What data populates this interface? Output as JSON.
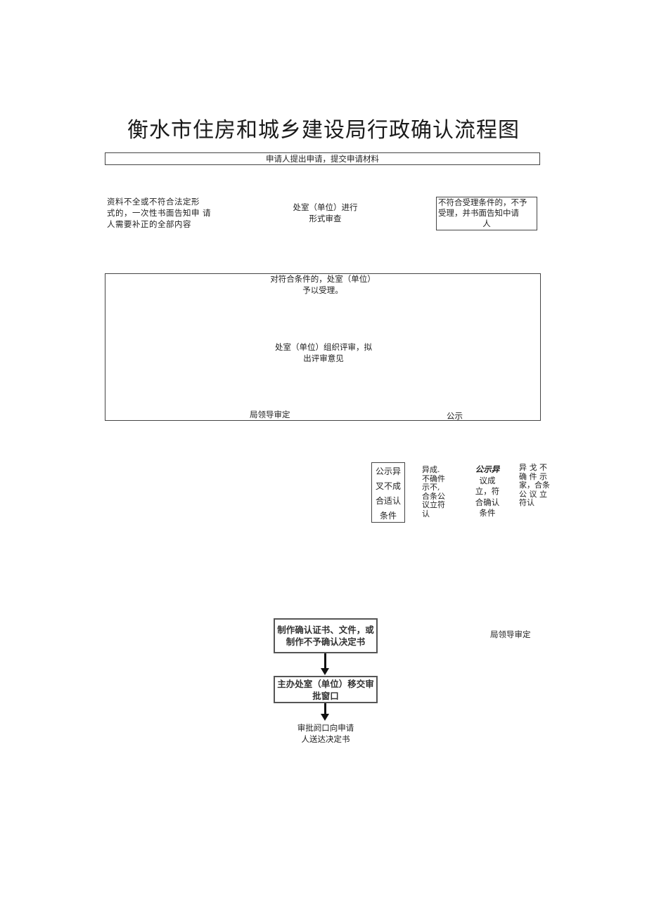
{
  "title": "衡水市住房和城乡建设局行政确认流程图",
  "steps": {
    "apply": "申请人提出申请，提交申请材料",
    "incomplete_line1": "资料不全或不符合法定形",
    "incomplete_line2": "式的，一次性书面告知申 请",
    "incomplete_line3": "人需要补正的全部内容",
    "formal_review_line1": "处室（单位）进行",
    "formal_review_line2": "形式审查",
    "reject_line1": "不符合受理条件的，不予",
    "reject_line2": "受理，并书面告知中请",
    "reject_line3": "人",
    "accept_line1": "对符合条件的，处室（单位）",
    "accept_line2": "予以受理。",
    "organize_line1": "处室（单位）组织评审，拟",
    "organize_line2": "出评审意见",
    "leader_review": "局领导审定",
    "publicity": "公示",
    "objection_box": [
      "公示异",
      "叉不成",
      "合适认",
      "条件"
    ],
    "col2": [
      "异成.",
      "不确件",
      "示不,",
      "合条公",
      "议立符",
      "认"
    ],
    "col3": [
      "公示异",
      "议成",
      "立，符",
      "合确认",
      "条件"
    ],
    "col4": [
      "异 戈 不",
      "确 件 示",
      "家，合条",
      "公 议 立",
      "符认"
    ],
    "make_cert_line1": "制作确认证书、文件，或",
    "make_cert_line2": "制作不予确认决定书",
    "leader_review_2": "局领导审定",
    "transfer_line1": "主办处室（单位）移交审",
    "transfer_line2": "批窗口",
    "deliver_line1": "审批阏口向申请",
    "deliver_line2": "人送达决定书"
  }
}
